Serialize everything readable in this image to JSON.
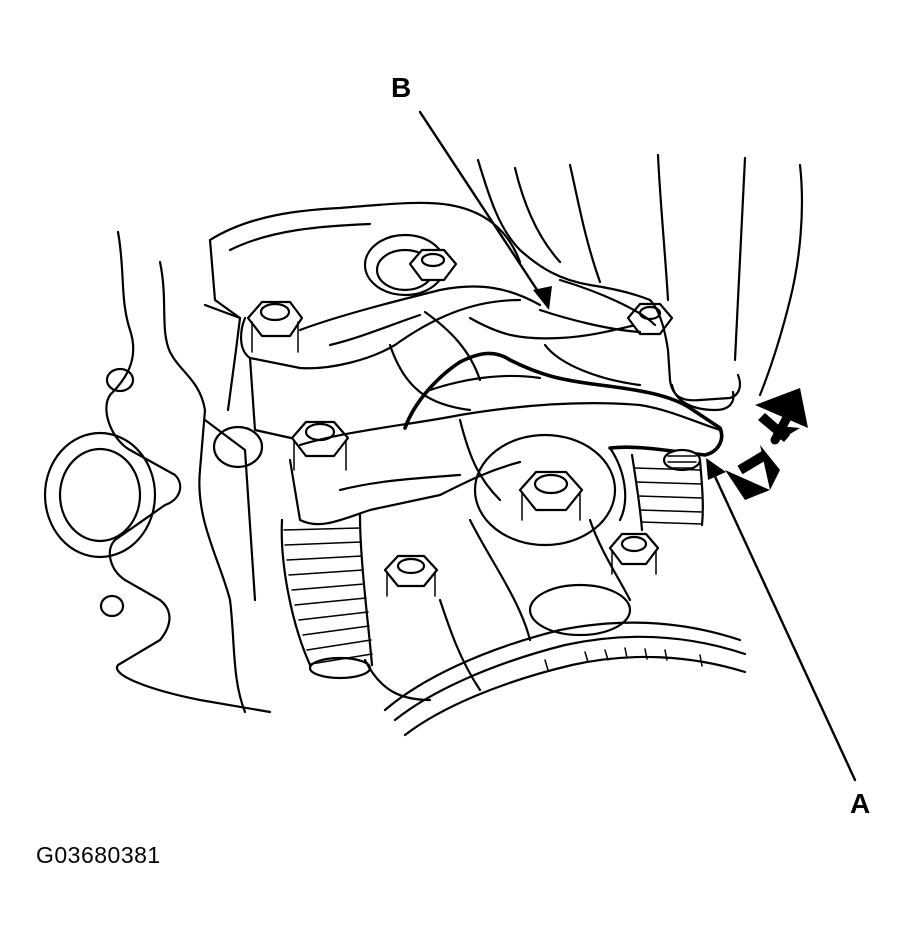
{
  "callouts": {
    "a": "A",
    "b": "B"
  },
  "figure_id": "G03680381",
  "colors": {
    "ink": "#000000",
    "paper": "#ffffff"
  }
}
